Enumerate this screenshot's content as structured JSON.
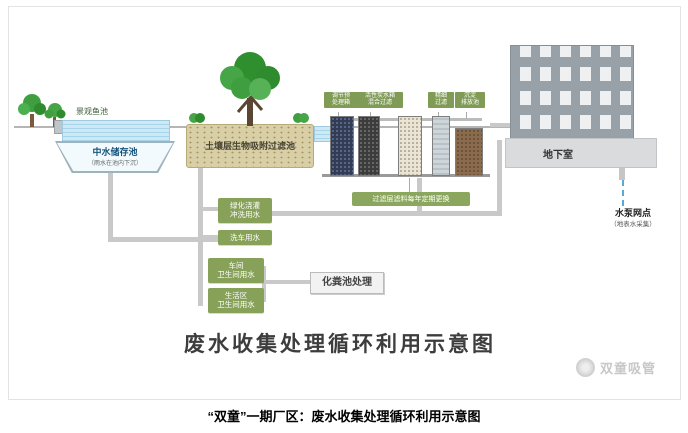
{
  "caption": "“双童”一期厂区：废水收集处理循环利用示意图",
  "diagram": {
    "title": "废水收集处理循环利用示意图",
    "watermark": "双童吸管",
    "pond": {
      "fish_pond_label": "景观鱼池",
      "storage_label": "中水储存池",
      "storage_note": "（雨水在池内下沉）"
    },
    "soil_filter_label": "土壤层生物吸附过滤池",
    "filter": {
      "columns": [
        {
          "label": "调节预\n处理箱"
        },
        {
          "label": "活性炭水箱\n混合过滤"
        },
        {
          "label": "精细\n过滤"
        },
        {
          "label": "沉淀\n排放池"
        }
      ],
      "note": "过滤层滤料每年定期更换"
    },
    "building": {
      "basement_label": "地下室",
      "pump_label": "水泵网点",
      "pump_note": "（地表水采集）"
    },
    "usage": [
      {
        "label": "绿化浇灌\n冲洗用水"
      },
      {
        "label": "洗车用水"
      },
      {
        "label": "车间\n卫生间用水"
      },
      {
        "label": "生活区\n卫生间用水"
      }
    ],
    "septic_label": "化粪池处理"
  }
}
